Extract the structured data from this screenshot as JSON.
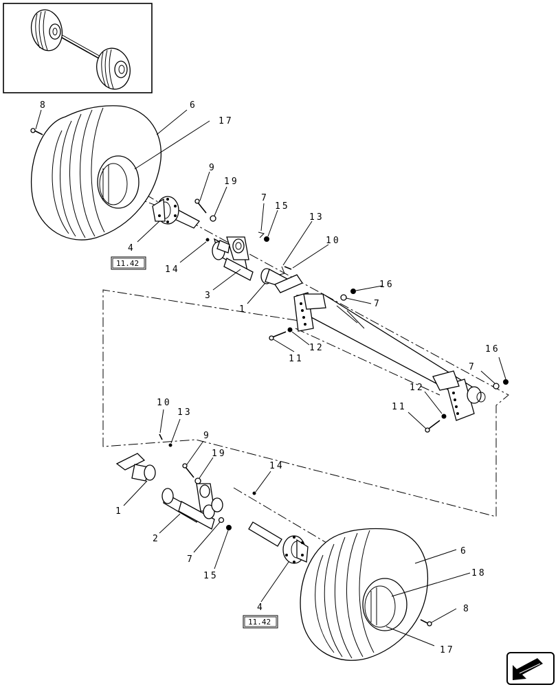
{
  "callouts": {
    "c8_top": "8",
    "c6_top": "6",
    "c17_top": "17",
    "c9_top": "9",
    "c19_top": "19",
    "c7_top": "7",
    "c15_top": "15",
    "c13_top": "13",
    "c10_top": "10",
    "c4_top": "4",
    "c14_top": "14",
    "c3": "3",
    "c1_top": "1",
    "c16_mid": "16",
    "c7_mid": "7",
    "c12_mid": "12",
    "c11_mid": "11",
    "c16_right": "16",
    "c7_right": "7",
    "c12_right": "12",
    "c11_right": "11",
    "c10_bot": "10",
    "c13_bot": "13",
    "c9_bot": "9",
    "c19_bot": "19",
    "c14_bot": "14",
    "c1_bot": "1",
    "c2": "2",
    "c7_bot": "7",
    "c15_bot": "15",
    "c6_bot": "6",
    "c18": "18",
    "c8_bot": "8",
    "c4_bot": "4",
    "c17_bot": "17"
  },
  "references": {
    "ref_top": "11.42",
    "ref_bot": "11.42"
  }
}
